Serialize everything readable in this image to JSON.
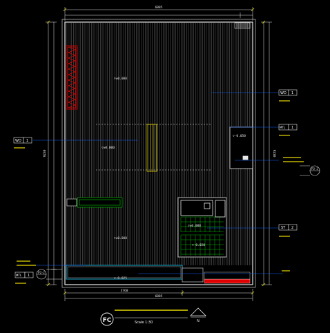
{
  "drawing": {
    "elevations": {
      "upper_left": "▽±0.000",
      "center": "▽±0.000",
      "right_small": "▽-0.050",
      "lower_left": "▽±0.000",
      "bath_1": "▽±0.000",
      "bath_2": "▽-0.020",
      "entrance": "▽-0.025"
    },
    "dim_labels": {
      "top_total": "6885",
      "bottom_left": "3760",
      "bottom_total": "6885",
      "left_total": "9230",
      "right_total": "9230"
    },
    "material_tags": [
      {
        "code": "WD",
        "num": "1"
      },
      {
        "code": "MTL",
        "num": "1"
      },
      {
        "code": "WD",
        "num": "1"
      },
      {
        "code": "ST",
        "num": "2"
      },
      {
        "code": "MTL",
        "num": "1"
      }
    ],
    "section_marks": [
      "P2-2",
      "P2-2"
    ],
    "logo": "FC",
    "title": "Scale 1:30",
    "north_label": "N"
  },
  "colors": {
    "background": "#000000",
    "wall": "#e8e8e8",
    "wood": "#8a8a8a",
    "yellow": "#e8d800",
    "cyan": "#20d0ff",
    "blue": "#1060ff",
    "green": "#00d000",
    "red": "#e00000"
  }
}
